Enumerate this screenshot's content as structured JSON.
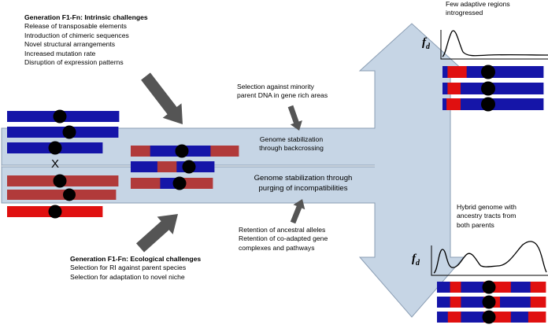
{
  "colors": {
    "arrow_fill": "#c6d5e5",
    "arrow_stroke": "#8a9db3",
    "blue_chromosome": "#1515a8",
    "red_chromosome_dark": "#b13a3a",
    "red_chromosome_bright": "#e01010",
    "centromere": "#000000",
    "pointer_arrow": "#555555"
  },
  "intrinsic": {
    "title": "Generation F1-Fn: Intrinsic challenges",
    "lines": [
      "Release of transposable elements",
      "Introduction of chimeric sequences",
      "Novel structural arrangements",
      "Increased mutation rate",
      "Disruption of expression patterns"
    ]
  },
  "ecological": {
    "title": "Generation F1-Fn: Ecological challenges",
    "lines": [
      "Selection for RI against parent species",
      "Selection for adaptation to novel niche"
    ]
  },
  "selection_note": {
    "lines": [
      "Selection against minority",
      "parent DNA in gene rich areas"
    ]
  },
  "upper_path": {
    "lines": [
      "Genome stabilization",
      "through backcrossing"
    ]
  },
  "lower_path": {
    "lines": [
      "Genome stabilization through",
      "purging of incompatibilities"
    ]
  },
  "retention": {
    "lines": [
      "Retention of ancestral alleles",
      "Retention of co-adapted gene",
      "complexes and pathways"
    ]
  },
  "outcome_top": {
    "lines": [
      "Few adaptive regions",
      "introgressed"
    ]
  },
  "outcome_bottom": {
    "lines": [
      "Hybrid genome with",
      "ancestry tracts from",
      "both parents"
    ]
  },
  "fd_label": {
    "symbol": "f",
    "subscript": "d"
  },
  "cross_symbol": "X"
}
